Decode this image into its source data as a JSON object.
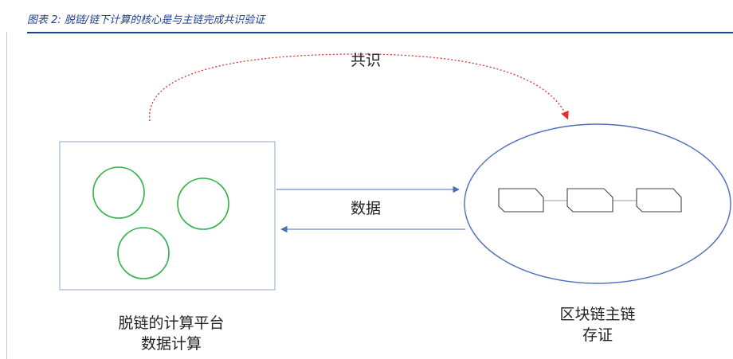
{
  "header": {
    "caption": "图表 2: 脱链/链下计算的核心是与主链完成共识验证"
  },
  "diagram": {
    "consensus_label": "共识",
    "data_label": "数据",
    "offchain": {
      "line1": "脱链的计算平台",
      "line2": "数据计算"
    },
    "mainchain": {
      "line1": "区块链主链",
      "line2": "存证"
    },
    "colors": {
      "accent": "#1f3f8f",
      "node_green": "#2db34a",
      "consensus_red": "#e0302a",
      "box_border": "#a8bcd8",
      "ellipse_border": "#4a6fb5"
    }
  }
}
